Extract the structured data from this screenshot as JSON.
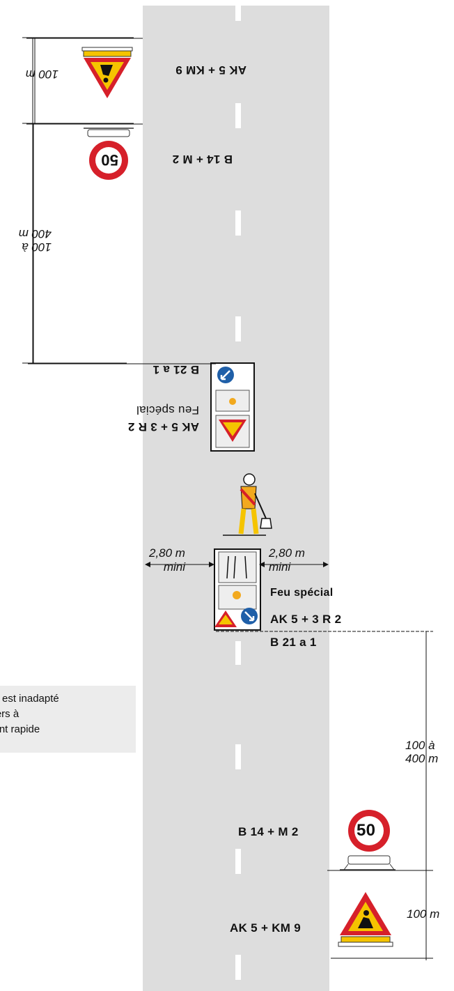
{
  "bottom": {
    "mini_left": "2,80 m\nmini",
    "mini_right": "2,80 m\nmini",
    "feu_label": "Feu spécial",
    "ak5_r2_label": "AK 5 + 3 R 2",
    "b21_label": "B 21 a 1",
    "dist_100_400": "100 à\n400 m",
    "b14_label": "B 14 + M 2",
    "speed_value": "50",
    "dist_100": "100 m",
    "ak5_km9_label": "AK 5 + KM 9"
  },
  "top_mirrored": {
    "dist_100": "100 m",
    "ak5_km9_label": "AK 5 + KM 9",
    "b14_label": "B 14 + M 2",
    "speed_value": "50",
    "dist_100_400": "100 à\n400 m",
    "b21_label": "B 21 a 1",
    "feu_label": "Feu spécial",
    "ak5_r2_label": "AK 5 + 3 R 2"
  },
  "note": {
    "line1": "ma est inadapté",
    "line2": "ntiers à",
    "line3": "ment rapide"
  },
  "colors": {
    "road": "#dddddd",
    "sign_red": "#d6202a",
    "sign_yellow": "#f5c400",
    "arrow_blue": "#1f5fa8",
    "worker_orange": "#f2a91e"
  }
}
